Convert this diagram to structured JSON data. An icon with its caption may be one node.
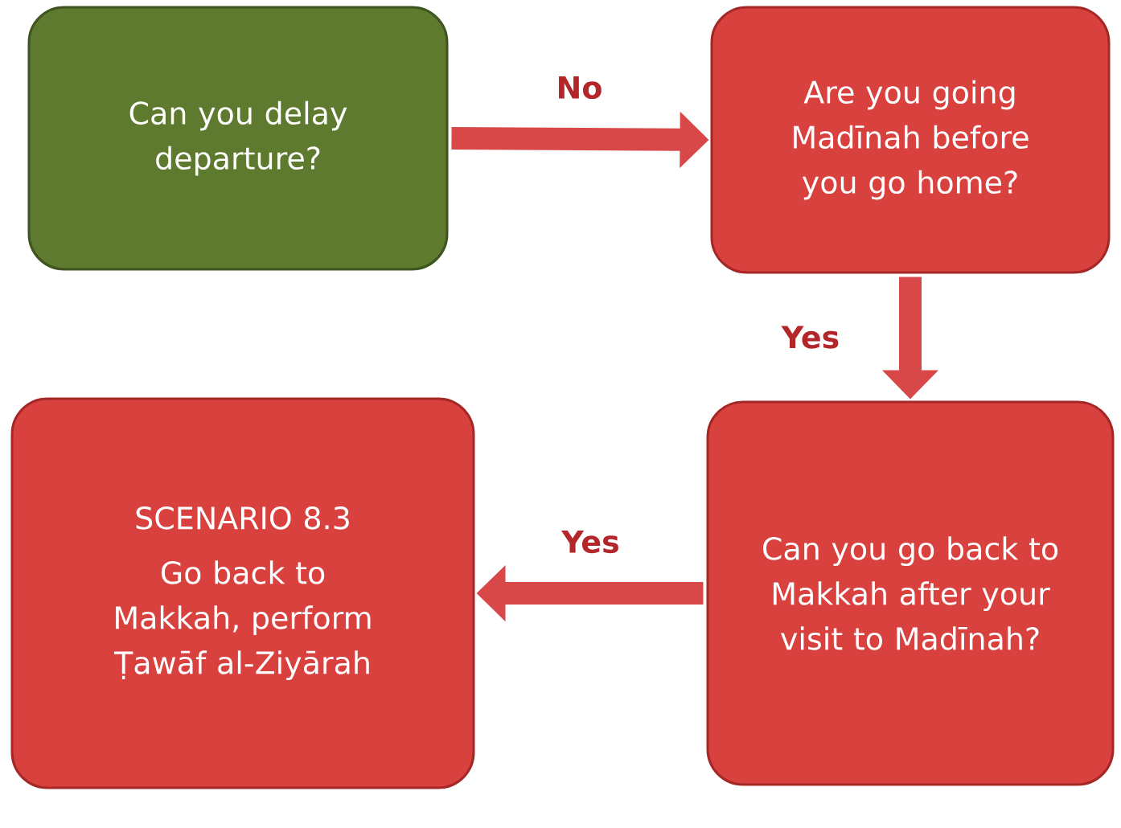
{
  "diagram": {
    "nodes": [
      {
        "text": [
          "Can you delay departure?"
        ]
      },
      {
        "text": [
          "Are you going Madīnah before you go home?"
        ]
      },
      {
        "text": [
          "Can you go back to Makkah after your visit to Madīnah?"
        ]
      },
      {
        "text": [
          "SCENARIO 8.3",
          "Go back to Makkah, perform Ṭawāf al-Ziyārah"
        ]
      }
    ],
    "edges": [
      {
        "from": 0,
        "to": 1,
        "arrow": "to",
        "label": "No"
      },
      {
        "from": 1,
        "to": 2,
        "arrow": "to",
        "label": "Yes"
      },
      {
        "from": 2,
        "to": 3,
        "arrow": "to",
        "label": "Yes"
      }
    ]
  }
}
